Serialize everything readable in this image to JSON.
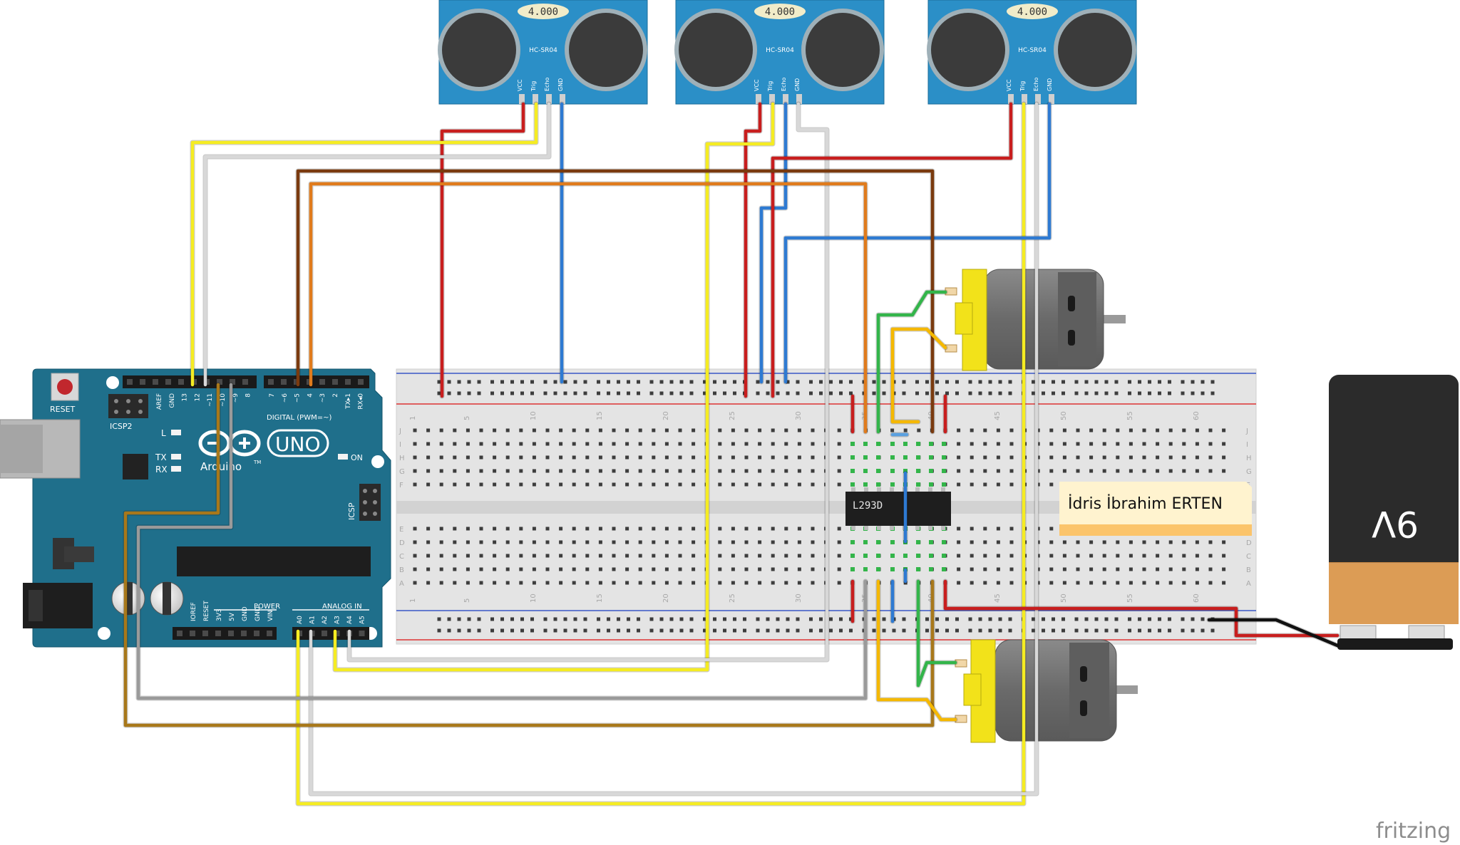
{
  "colors": {
    "arduino": "#1f6f8b",
    "sensor": "#2b8fc7",
    "breadboard": "#e6e6e6",
    "wire_red": "#c81e1e",
    "wire_yellow": "#f5ec22",
    "wire_white": "#d8d8d8",
    "wire_brown": "#7a3a0e",
    "wire_orange": "#e07b1c",
    "wire_blue": "#2e7ad2",
    "wire_green": "#33b54a",
    "wire_gold": "#a8781a",
    "wire_gray": "#9a9a9a",
    "motor_yellow": "#f2e21a",
    "motor_body": "#6f6f6f",
    "battery_top": "#2b2b2b",
    "battery_bottom": "#e0a35c"
  },
  "sensors": [
    {
      "display": "4.000",
      "model": "HC-SR04",
      "pins": [
        "VCC",
        "Trig",
        "Echo",
        "GND"
      ]
    },
    {
      "display": "4.000",
      "model": "HC-SR04",
      "pins": [
        "VCC",
        "Trig",
        "Echo",
        "GND"
      ]
    },
    {
      "display": "4.000",
      "model": "HC-SR04",
      "pins": [
        "VCC",
        "Trig",
        "Echo",
        "GND"
      ]
    }
  ],
  "arduino": {
    "reset_label": "RESET",
    "icsp2_label": "ICSP2",
    "icsp_label": "ICSP",
    "l_label": "L",
    "tx_label": "TX",
    "rx_label": "RX",
    "on_label": "ON",
    "uno_label": "UNO",
    "brand_label": "Arduino",
    "tm_label": "TM",
    "digital_label": "DIGITAL (PWM=~)",
    "power_label": "POWER",
    "analog_label": "ANALOG IN",
    "top_pins_left": [
      "AREF",
      "GND",
      "13",
      "12",
      "~11",
      "~10",
      "~9",
      "8"
    ],
    "top_pins_right": [
      "7",
      "~6",
      "~5",
      "4",
      "~3",
      "2",
      "TX▸1",
      "RX◂0"
    ],
    "power_pins": [
      "IOREF",
      "RESET",
      "3V3",
      "5V",
      "GND",
      "GND",
      "VIN"
    ],
    "analog_pins": [
      "A0",
      "A1",
      "A2",
      "A3",
      "A4",
      "A5"
    ]
  },
  "breadboard": {
    "column_numbers": [
      "1",
      "5",
      "10",
      "15",
      "20",
      "25",
      "30",
      "35",
      "40",
      "45",
      "50",
      "55",
      "60"
    ],
    "row_letters_top": [
      "J",
      "I",
      "H",
      "G",
      "F"
    ],
    "row_letters_bottom": [
      "E",
      "D",
      "C",
      "B",
      "A"
    ]
  },
  "chip_label": "L293D",
  "name_note": "İdris İbrahim ERTEN",
  "battery_label": "9V",
  "watermark": "fritzing"
}
